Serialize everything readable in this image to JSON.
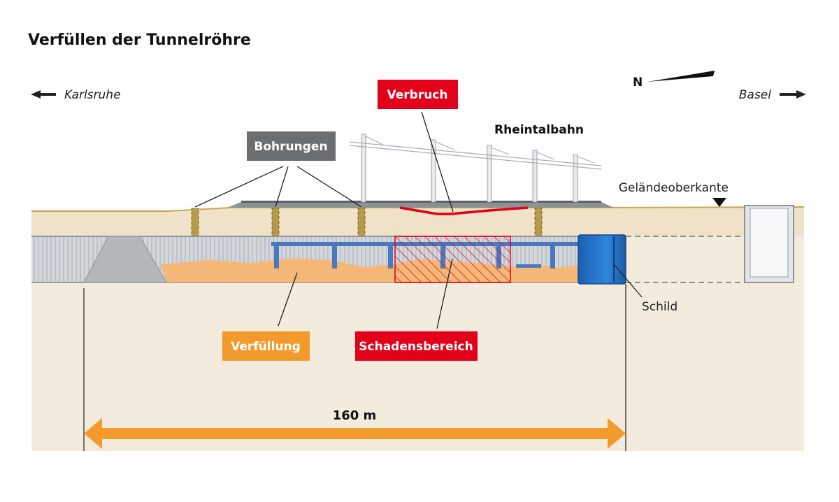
{
  "title": "Verfüllen der Tunnelröhre",
  "directions": {
    "left": "Karlsruhe",
    "right": "Basel",
    "north": "N"
  },
  "labels": {
    "verbruch": "Verbruch",
    "rheintalbahn": "Rheintalbahn",
    "bohrungen": "Bohrungen",
    "gelaendeoberkante": "Geländeoberkante",
    "schild": "Schild",
    "verfuellung": "Verfüllung",
    "schadensbereich": "Schadensbereich"
  },
  "dimension": {
    "label": "160 m"
  },
  "colors": {
    "ground": "#efe3cc",
    "surface_line": "#c9a656",
    "tunnel": "#cfd3d8",
    "fill": "#f4b777",
    "damage": "#e2001a",
    "boring": "#b59a4a",
    "shield": "#1f6fc7",
    "frame": "#4a78bd",
    "label_grey": "#6c6f72",
    "label_orange": "#f39a2c",
    "arrow_orange": "#f39a2c"
  }
}
